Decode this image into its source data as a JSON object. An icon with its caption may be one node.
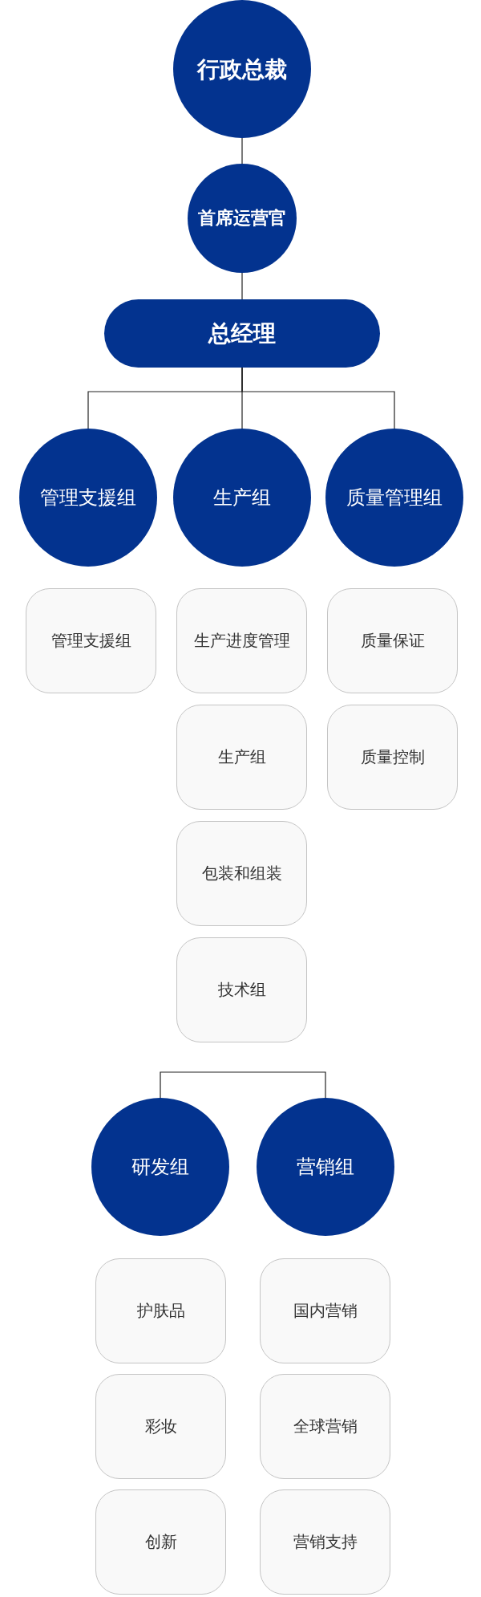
{
  "diagram": {
    "nodes": [
      {
        "text": [
          "行政总裁"
        ]
      },
      {
        "text": [
          "首席运营官"
        ]
      },
      {
        "text": [
          "总经理"
        ]
      },
      {
        "text": [
          "管理支援组"
        ]
      },
      {
        "text": [
          "生产组"
        ]
      },
      {
        "text": [
          "质量管理组"
        ]
      },
      {
        "text": [
          "管理支援组"
        ]
      },
      {
        "text": [
          "生产进度管理"
        ]
      },
      {
        "text": [
          "质量保证"
        ]
      },
      {
        "text": [
          "生产组"
        ]
      },
      {
        "text": [
          "质量控制"
        ]
      },
      {
        "text": [
          "包装和组装"
        ]
      },
      {
        "text": [
          "技术组"
        ]
      },
      {
        "text": [
          "研发组"
        ]
      },
      {
        "text": [
          "营销组"
        ]
      },
      {
        "text": [
          "护肤品"
        ]
      },
      {
        "text": [
          "国内营销"
        ]
      },
      {
        "text": [
          "彩妆"
        ]
      },
      {
        "text": [
          "全球营销"
        ]
      },
      {
        "text": [
          "创新"
        ]
      },
      {
        "text": [
          "营销支持"
        ]
      }
    ],
    "edges": [
      {
        "from": 0,
        "to": 1,
        "arrow": "none"
      },
      {
        "from": 1,
        "to": 2,
        "arrow": "none"
      },
      {
        "from": 2,
        "to": 3,
        "arrow": "none"
      },
      {
        "from": 2,
        "to": 4,
        "arrow": "none"
      },
      {
        "from": 2,
        "to": 5,
        "arrow": "none"
      },
      {
        "from": 13,
        "to": 14,
        "arrow": "none"
      }
    ]
  }
}
